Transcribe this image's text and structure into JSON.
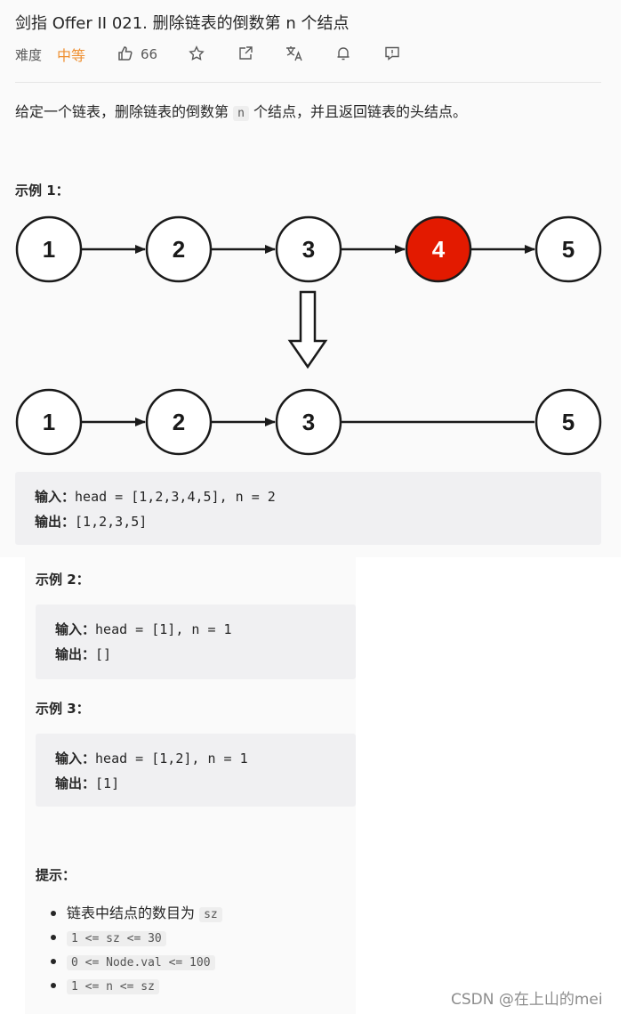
{
  "header": {
    "title": "剑指 Offer II 021. 删除链表的倒数第 n 个结点",
    "difficulty_label": "难度",
    "difficulty": "中等",
    "likes": "66",
    "icons": [
      "thumbs-up-icon",
      "star-icon",
      "share-icon",
      "translate-icon",
      "bell-icon",
      "feedback-icon"
    ]
  },
  "description": {
    "before": "给定一个链表，删除链表的倒数第",
    "code": "n",
    "after": "个结点，并且返回链表的头结点。"
  },
  "example1": {
    "title": "示例 1：",
    "diagram": {
      "top_nodes": [
        "1",
        "2",
        "3",
        "4",
        "5"
      ],
      "highlighted": "4",
      "bottom_nodes": [
        "1",
        "2",
        "3",
        "5"
      ],
      "highlight_color": "#e31a00"
    },
    "input_label": "输入：",
    "input": "head = [1,2,3,4,5], n = 2",
    "output_label": "输出：",
    "output": "[1,2,3,5]"
  },
  "example2": {
    "title": "示例 2：",
    "input_label": "输入：",
    "input": "head = [1], n = 1",
    "output_label": "输出：",
    "output": "[]"
  },
  "example3": {
    "title": "示例 3：",
    "input_label": "输入：",
    "input": "head = [1,2], n = 1",
    "output_label": "输出：",
    "output": "[1]"
  },
  "hints": {
    "title": "提示：",
    "item0_text": "链表中结点的数目为",
    "item0_code": "sz",
    "item1": "1 <= sz <= 30",
    "item2": "0 <= Node.val <= 100",
    "item3": "1 <= n <= sz"
  },
  "watermark": "CSDN @在上山的mei"
}
